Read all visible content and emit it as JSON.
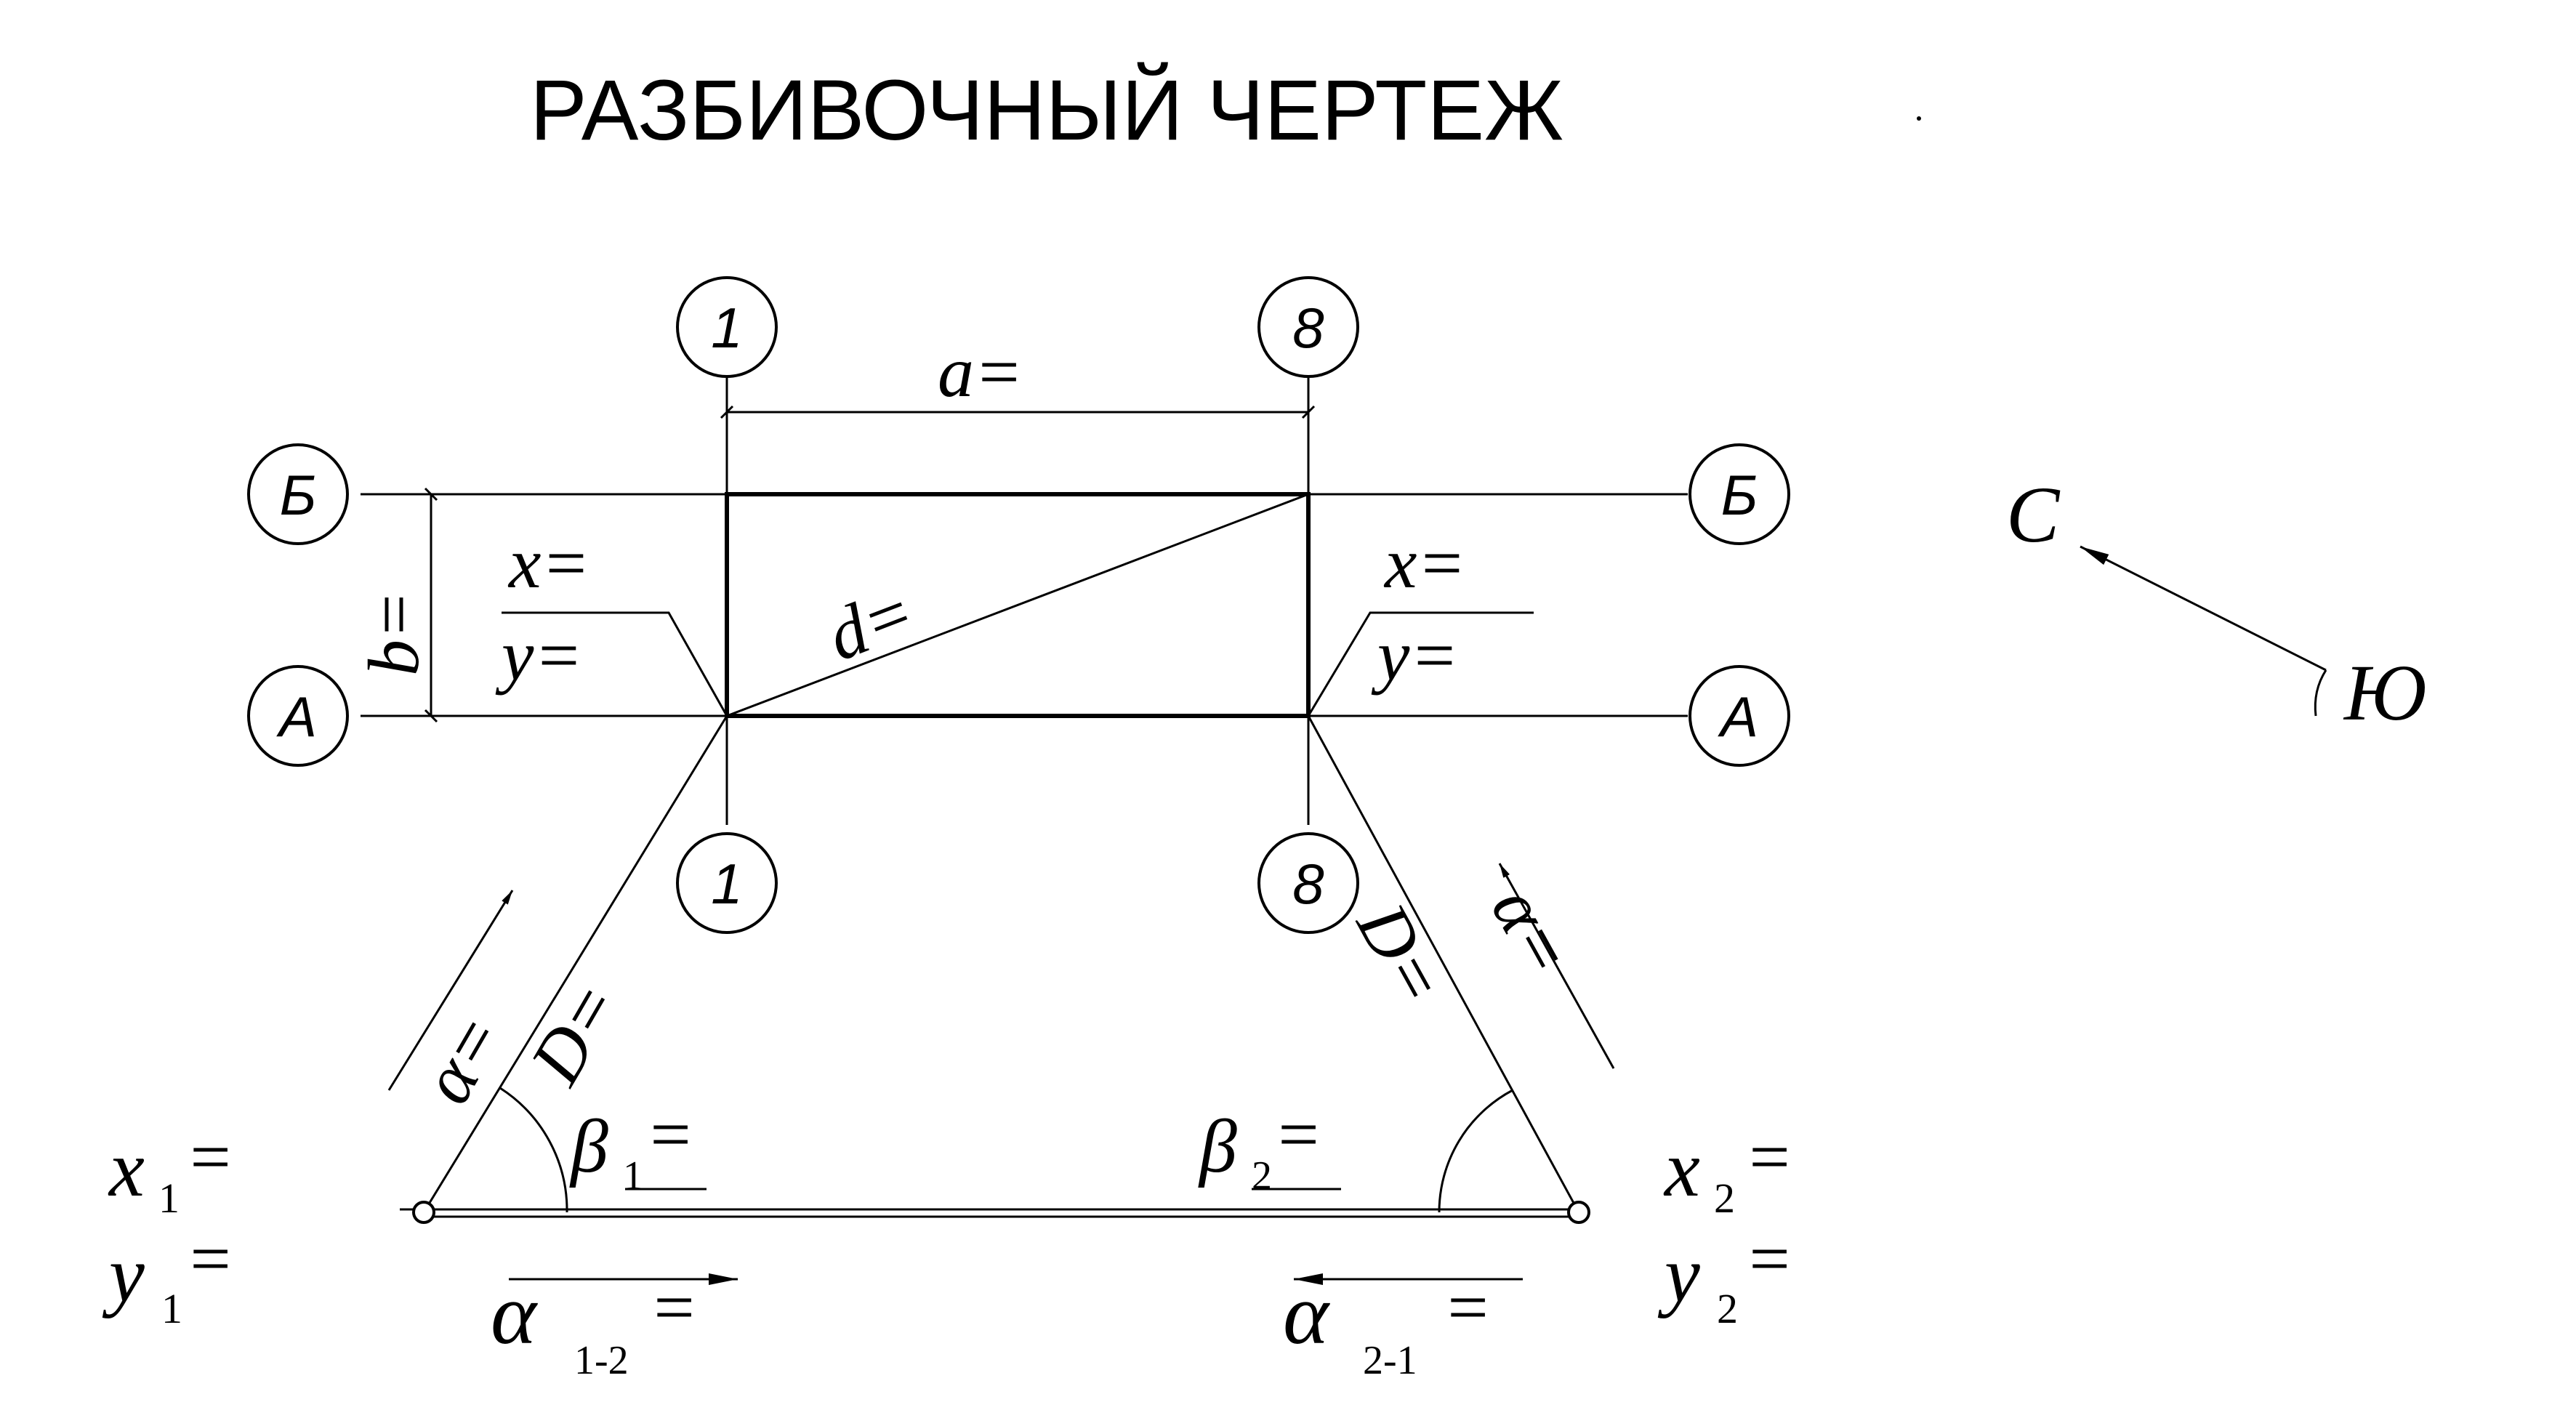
{
  "title": "РАЗБИВОЧНЫЙ ЧЕРТЕЖ",
  "axes": {
    "col_left": "1",
    "col_right": "8",
    "row_top": "Б",
    "row_bottom": "А"
  },
  "dimensions": {
    "a": "a=",
    "b": "b=",
    "d": "d="
  },
  "corner_left": {
    "x": "x=",
    "y": "y="
  },
  "corner_right": {
    "x": "x=",
    "y": "y="
  },
  "station_left": {
    "x_sym": "x",
    "x_sub": "1",
    "y_sym": "y",
    "y_sub": "1",
    "eq": "="
  },
  "station_right": {
    "x_sym": "x",
    "x_sub": "2",
    "y_sym": "y",
    "y_sub": "2",
    "eq": "="
  },
  "angles": {
    "beta1_sym": "β",
    "beta1_sub": "1",
    "beta1_eq": "=",
    "beta2_sym": "β",
    "beta2_sub": "2",
    "beta2_eq": "=",
    "alpha_left": "α=",
    "alpha_right": "α=",
    "alpha12_sym": "α",
    "alpha12_sub": "1-2",
    "alpha12_eq": "=",
    "alpha21_sym": "α",
    "alpha21_sub": "2-1",
    "alpha21_eq": "="
  },
  "distances": {
    "D_left": "D=",
    "D_right": "D="
  },
  "compass": {
    "north": "С",
    "south": "Ю"
  }
}
